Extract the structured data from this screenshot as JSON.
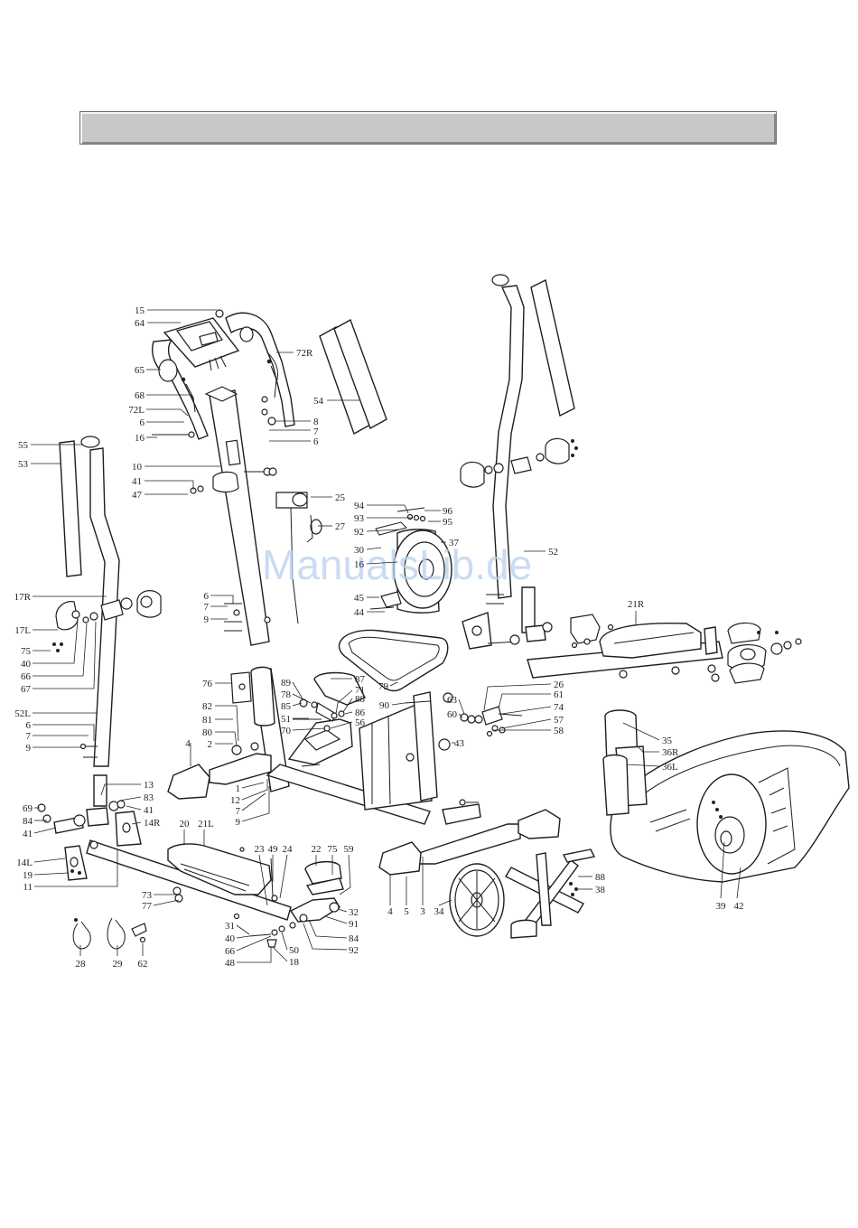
{
  "header": {
    "title": ""
  },
  "watermark": "ManualsLib.de",
  "callouts": [
    {
      "id": "c15",
      "text": "15",
      "anchor": "end"
    },
    {
      "id": "c64",
      "text": "64",
      "anchor": "end"
    },
    {
      "id": "c72R",
      "text": "72R",
      "anchor": "start"
    },
    {
      "id": "c65",
      "text": "65",
      "anchor": "end"
    },
    {
      "id": "c68",
      "text": "68",
      "anchor": "end"
    },
    {
      "id": "c72L",
      "text": "72L",
      "anchor": "end"
    },
    {
      "id": "c6a",
      "text": "6",
      "anchor": "end"
    },
    {
      "id": "c16a",
      "text": "16",
      "anchor": "end"
    },
    {
      "id": "c8a",
      "text": "8",
      "anchor": "start"
    },
    {
      "id": "c7a",
      "text": "7",
      "anchor": "start"
    },
    {
      "id": "c6b",
      "text": "6",
      "anchor": "start"
    },
    {
      "id": "c54",
      "text": "54",
      "anchor": "end"
    },
    {
      "id": "c55",
      "text": "55",
      "anchor": "end"
    },
    {
      "id": "c53",
      "text": "53",
      "anchor": "end"
    },
    {
      "id": "c10",
      "text": "10",
      "anchor": "end"
    },
    {
      "id": "c41a",
      "text": "41",
      "anchor": "end"
    },
    {
      "id": "c47",
      "text": "47",
      "anchor": "end"
    },
    {
      "id": "c25",
      "text": "25",
      "anchor": "start"
    },
    {
      "id": "c27",
      "text": "27",
      "anchor": "start"
    },
    {
      "id": "c94",
      "text": "94",
      "anchor": "end"
    },
    {
      "id": "c93",
      "text": "93",
      "anchor": "end"
    },
    {
      "id": "c92a",
      "text": "92",
      "anchor": "end"
    },
    {
      "id": "c30",
      "text": "30",
      "anchor": "end"
    },
    {
      "id": "c16b",
      "text": "16",
      "anchor": "end"
    },
    {
      "id": "c96",
      "text": "96",
      "anchor": "start"
    },
    {
      "id": "c95",
      "text": "95",
      "anchor": "start"
    },
    {
      "id": "c37",
      "text": "37",
      "anchor": "start"
    },
    {
      "id": "c45",
      "text": "45",
      "anchor": "end"
    },
    {
      "id": "c44",
      "text": "44",
      "anchor": "end"
    },
    {
      "id": "c52",
      "text": "52",
      "anchor": "start"
    },
    {
      "id": "c21R",
      "text": "21R",
      "anchor": "middle"
    },
    {
      "id": "c17R",
      "text": "17R",
      "anchor": "end"
    },
    {
      "id": "c17L",
      "text": "17L",
      "anchor": "end"
    },
    {
      "id": "c75a",
      "text": "75",
      "anchor": "end"
    },
    {
      "id": "c40a",
      "text": "40",
      "anchor": "end"
    },
    {
      "id": "c66a",
      "text": "66",
      "anchor": "end"
    },
    {
      "id": "c67",
      "text": "67",
      "anchor": "end"
    },
    {
      "id": "c6c",
      "text": "6",
      "anchor": "end"
    },
    {
      "id": "c7b",
      "text": "7",
      "anchor": "end"
    },
    {
      "id": "c9a",
      "text": "9",
      "anchor": "end"
    },
    {
      "id": "c52L",
      "text": "52L",
      "anchor": "end"
    },
    {
      "id": "c6d",
      "text": "6",
      "anchor": "end"
    },
    {
      "id": "c7c",
      "text": "7",
      "anchor": "end"
    },
    {
      "id": "c9b",
      "text": "9",
      "anchor": "end"
    },
    {
      "id": "c76",
      "text": "76",
      "anchor": "end"
    },
    {
      "id": "c82",
      "text": "82",
      "anchor": "end"
    },
    {
      "id": "c81",
      "text": "81",
      "anchor": "end"
    },
    {
      "id": "c80",
      "text": "80",
      "anchor": "end"
    },
    {
      "id": "c4a",
      "text": "4",
      "anchor": "middle"
    },
    {
      "id": "c2",
      "text": "2",
      "anchor": "end"
    },
    {
      "id": "c89",
      "text": "89",
      "anchor": "end"
    },
    {
      "id": "c78",
      "text": "78",
      "anchor": "end"
    },
    {
      "id": "c85",
      "text": "85",
      "anchor": "end"
    },
    {
      "id": "c51",
      "text": "51",
      "anchor": "end"
    },
    {
      "id": "c70",
      "text": "70",
      "anchor": "end"
    },
    {
      "id": "c87",
      "text": "87",
      "anchor": "start"
    },
    {
      "id": "c71",
      "text": "71",
      "anchor": "start"
    },
    {
      "id": "c88a",
      "text": "88",
      "anchor": "start"
    },
    {
      "id": "c86",
      "text": "86",
      "anchor": "start"
    },
    {
      "id": "c56",
      "text": "56",
      "anchor": "start"
    },
    {
      "id": "c79",
      "text": "79",
      "anchor": "end"
    },
    {
      "id": "c90",
      "text": "90",
      "anchor": "end"
    },
    {
      "id": "c63",
      "text": "63",
      "anchor": "end"
    },
    {
      "id": "c60",
      "text": "60",
      "anchor": "end"
    },
    {
      "id": "c26",
      "text": "26",
      "anchor": "start"
    },
    {
      "id": "c61",
      "text": "61",
      "anchor": "start"
    },
    {
      "id": "c74",
      "text": "74",
      "anchor": "start"
    },
    {
      "id": "c57",
      "text": "57",
      "anchor": "start"
    },
    {
      "id": "c58",
      "text": "58",
      "anchor": "start"
    },
    {
      "id": "c43",
      "text": "43",
      "anchor": "start"
    },
    {
      "id": "c35",
      "text": "35",
      "anchor": "start"
    },
    {
      "id": "c36R",
      "text": "36R",
      "anchor": "start"
    },
    {
      "id": "c36L",
      "text": "36L",
      "anchor": "start"
    },
    {
      "id": "c1",
      "text": "1",
      "anchor": "end"
    },
    {
      "id": "c12",
      "text": "12",
      "anchor": "end"
    },
    {
      "id": "c7d",
      "text": "7",
      "anchor": "end"
    },
    {
      "id": "c9c",
      "text": "9",
      "anchor": "end"
    },
    {
      "id": "c13",
      "text": "13",
      "anchor": "start"
    },
    {
      "id": "c83",
      "text": "83",
      "anchor": "start"
    },
    {
      "id": "c41b",
      "text": "41",
      "anchor": "start"
    },
    {
      "id": "c14R",
      "text": "14R",
      "anchor": "start"
    },
    {
      "id": "c69",
      "text": "69",
      "anchor": "end"
    },
    {
      "id": "c84a",
      "text": "84",
      "anchor": "end"
    },
    {
      "id": "c41c",
      "text": "41",
      "anchor": "end"
    },
    {
      "id": "c14L",
      "text": "14L",
      "anchor": "end"
    },
    {
      "id": "c19",
      "text": "19",
      "anchor": "end"
    },
    {
      "id": "c11",
      "text": "11",
      "anchor": "end"
    },
    {
      "id": "c20",
      "text": "20",
      "anchor": "middle"
    },
    {
      "id": "c21L",
      "text": "21L",
      "anchor": "middle"
    },
    {
      "id": "c23",
      "text": "23",
      "anchor": "middle"
    },
    {
      "id": "c49",
      "text": "49",
      "anchor": "middle"
    },
    {
      "id": "c24",
      "text": "24",
      "anchor": "middle"
    },
    {
      "id": "c22",
      "text": "22",
      "anchor": "middle"
    },
    {
      "id": "c75b",
      "text": "75",
      "anchor": "middle"
    },
    {
      "id": "c59",
      "text": "59",
      "anchor": "middle"
    },
    {
      "id": "c73",
      "text": "73",
      "anchor": "end"
    },
    {
      "id": "c77",
      "text": "77",
      "anchor": "end"
    },
    {
      "id": "c32",
      "text": "32",
      "anchor": "start"
    },
    {
      "id": "c91",
      "text": "91",
      "anchor": "start"
    },
    {
      "id": "c84b",
      "text": "84",
      "anchor": "start"
    },
    {
      "id": "c92b",
      "text": "92",
      "anchor": "start"
    },
    {
      "id": "c31",
      "text": "31",
      "anchor": "end"
    },
    {
      "id": "c40b",
      "text": "40",
      "anchor": "end"
    },
    {
      "id": "c66b",
      "text": "66",
      "anchor": "end"
    },
    {
      "id": "c48",
      "text": "48",
      "anchor": "end"
    },
    {
      "id": "c50",
      "text": "50",
      "anchor": "start"
    },
    {
      "id": "c18",
      "text": "18",
      "anchor": "start"
    },
    {
      "id": "c28",
      "text": "28",
      "anchor": "middle"
    },
    {
      "id": "c29",
      "text": "29",
      "anchor": "middle"
    },
    {
      "id": "c62",
      "text": "62",
      "anchor": "middle"
    },
    {
      "id": "c4b",
      "text": "4",
      "anchor": "middle"
    },
    {
      "id": "c5",
      "text": "5",
      "anchor": "middle"
    },
    {
      "id": "c3",
      "text": "3",
      "anchor": "middle"
    },
    {
      "id": "c34",
      "text": "34",
      "anchor": "middle"
    },
    {
      "id": "c88b",
      "text": "88",
      "anchor": "start"
    },
    {
      "id": "c38",
      "text": "38",
      "anchor": "start"
    },
    {
      "id": "c39",
      "text": "39",
      "anchor": "middle"
    },
    {
      "id": "c42",
      "text": "42",
      "anchor": "middle"
    }
  ]
}
